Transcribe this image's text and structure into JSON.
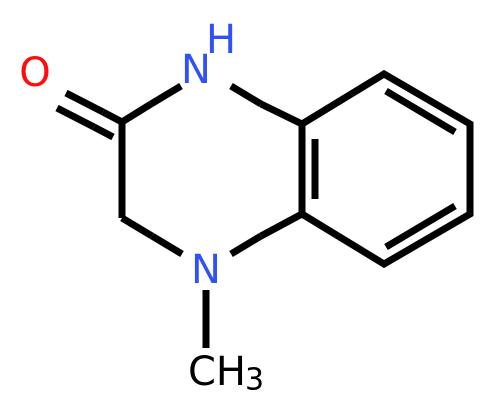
{
  "colors": {
    "carbon_bond": "#000000",
    "nitrogen": "#3050F8",
    "oxygen": "#FF0D0D",
    "hydrogen_text": "#000000",
    "background": "#FFFFFF"
  },
  "atoms": {
    "oxygen": {
      "label": "O"
    },
    "nh_nitrogen": {
      "label": "N",
      "hydrogen": "H"
    },
    "methyl_nitrogen": {
      "label": "N"
    },
    "methyl": {
      "label": "CH",
      "subscript": "3"
    }
  },
  "bonds": [
    {
      "name": "carbonyl-double-bond",
      "type": "double"
    },
    {
      "name": "carbonyl-nh-bond",
      "type": "single"
    },
    {
      "name": "carbonyl-ch2-bond",
      "type": "single"
    },
    {
      "name": "ch2-n-bond",
      "type": "single"
    },
    {
      "name": "n-methyl-bond",
      "type": "single"
    },
    {
      "name": "benzene-ring",
      "type": "aromatic"
    }
  ]
}
